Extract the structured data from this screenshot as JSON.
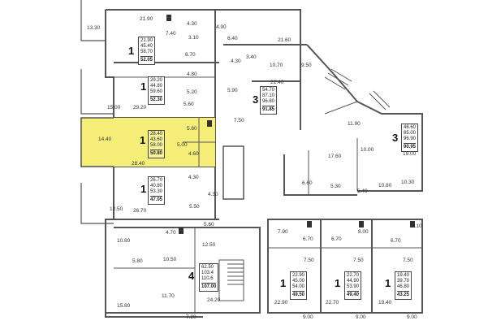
{
  "colors": {
    "highlight": "#f5ef7a",
    "wall": "#555555"
  },
  "rooms": [
    {
      "id": "r1",
      "text": "21.90"
    },
    {
      "id": "r2",
      "text": "13.30"
    },
    {
      "id": "r3",
      "text": "7.40"
    },
    {
      "id": "r4",
      "text": "4.30"
    },
    {
      "id": "r5",
      "text": "3.10"
    },
    {
      "id": "r6",
      "text": "4.90"
    },
    {
      "id": "r7",
      "text": "8.70"
    },
    {
      "id": "r8",
      "text": "6.40"
    },
    {
      "id": "r9",
      "text": "21.60"
    },
    {
      "id": "r10",
      "text": "4.30"
    },
    {
      "id": "r11",
      "text": "3.40"
    },
    {
      "id": "r12",
      "text": "10.70"
    },
    {
      "id": "r13",
      "text": "9.50"
    },
    {
      "id": "r14",
      "text": "22.40"
    },
    {
      "id": "r15",
      "text": "4.80"
    },
    {
      "id": "r16",
      "text": "5.20"
    },
    {
      "id": "r17",
      "text": "5.90"
    },
    {
      "id": "r18",
      "text": "15.00"
    },
    {
      "id": "r19",
      "text": "29.20"
    },
    {
      "id": "r20",
      "text": "5.60"
    },
    {
      "id": "r21",
      "text": "5.60"
    },
    {
      "id": "r22",
      "text": "7.50"
    },
    {
      "id": "r23",
      "text": "11.90"
    },
    {
      "id": "r24",
      "text": "14.40"
    },
    {
      "id": "r25",
      "text": "5.00"
    },
    {
      "id": "r26",
      "text": "4.60"
    },
    {
      "id": "r27",
      "text": "17.60"
    },
    {
      "id": "r28",
      "text": "10.00"
    },
    {
      "id": "r29",
      "text": "19.00"
    },
    {
      "id": "r30",
      "text": "28.40"
    },
    {
      "id": "r31",
      "text": "4.30"
    },
    {
      "id": "r32",
      "text": "4.30"
    },
    {
      "id": "r33",
      "text": "6.60"
    },
    {
      "id": "r34",
      "text": "5.30"
    },
    {
      "id": "r35",
      "text": "5.40"
    },
    {
      "id": "r36",
      "text": "10.80"
    },
    {
      "id": "r37",
      "text": "10.30"
    },
    {
      "id": "r38",
      "text": "5.50"
    },
    {
      "id": "r39",
      "text": "12.50"
    },
    {
      "id": "r40",
      "text": "26.70"
    },
    {
      "id": "r41",
      "text": "5.60"
    },
    {
      "id": "r42",
      "text": "10.80"
    },
    {
      "id": "r43",
      "text": "4.70"
    },
    {
      "id": "r44",
      "text": "12.50"
    },
    {
      "id": "r45",
      "text": "7.90"
    },
    {
      "id": "r46",
      "text": "6.70"
    },
    {
      "id": "r47",
      "text": "6.70"
    },
    {
      "id": "r48",
      "text": "8.00"
    },
    {
      "id": "r49",
      "text": "6.70"
    },
    {
      "id": "r50",
      "text": "6.10"
    },
    {
      "id": "r51",
      "text": "5.80"
    },
    {
      "id": "r52",
      "text": "10.50"
    },
    {
      "id": "r53",
      "text": "7.50"
    },
    {
      "id": "r54",
      "text": "7.50"
    },
    {
      "id": "r55",
      "text": "7.50"
    },
    {
      "id": "r56",
      "text": "11.70"
    },
    {
      "id": "r57",
      "text": "24.20"
    },
    {
      "id": "r58",
      "text": "15.80"
    },
    {
      "id": "r59",
      "text": "7.20"
    },
    {
      "id": "r60",
      "text": "22.90"
    },
    {
      "id": "r61",
      "text": "22.70"
    },
    {
      "id": "r62",
      "text": "19.40"
    },
    {
      "id": "r63",
      "text": "9.00"
    },
    {
      "id": "r64",
      "text": "9.00"
    },
    {
      "id": "r65",
      "text": "9.00"
    }
  ],
  "apartments": [
    {
      "id": "a1",
      "rooms": "1",
      "lines": [
        "21.90",
        "45.40",
        "58.70"
      ],
      "total": "52.05",
      "highlighted": false
    },
    {
      "id": "a2",
      "rooms": "1",
      "lines": [
        "29.20",
        "44.80",
        "59.60"
      ],
      "total": "52.30",
      "highlighted": false
    },
    {
      "id": "a3",
      "rooms": "3",
      "lines": [
        "54.70",
        "87.10",
        "96.60"
      ],
      "total": "91.85",
      "highlighted": false
    },
    {
      "id": "a4",
      "rooms": "1",
      "lines": [
        "28.40",
        "43.60",
        "58.00"
      ],
      "total": "50.80",
      "highlighted": true
    },
    {
      "id": "a5",
      "rooms": "3",
      "lines": [
        "46.60",
        "85.00",
        "96.90"
      ],
      "total": "90.95",
      "highlighted": false
    },
    {
      "id": "a6",
      "rooms": "1",
      "lines": [
        "26.70",
        "40.80",
        "53.30"
      ],
      "total": "47.05",
      "highlighted": false
    },
    {
      "id": "a7",
      "rooms": "4",
      "lines": [
        "62.50",
        "103.4",
        "110.6"
      ],
      "total": "107.00",
      "highlighted": false
    },
    {
      "id": "a8",
      "rooms": "1",
      "lines": [
        "22.90",
        "45.00",
        "54.00"
      ],
      "total": "49.50",
      "highlighted": false
    },
    {
      "id": "a9",
      "rooms": "1",
      "lines": [
        "22.70",
        "44.90",
        "53.90"
      ],
      "total": "49.40",
      "highlighted": false
    },
    {
      "id": "a10",
      "rooms": "1",
      "lines": [
        "19.40",
        "39.70",
        "46.80"
      ],
      "total": "43.25",
      "highlighted": false
    }
  ]
}
